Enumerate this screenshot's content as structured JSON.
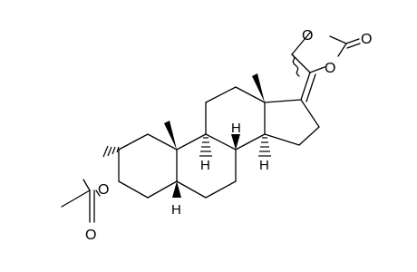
{
  "molecule": {
    "atom_labels": {
      "o_carbonate_ring_1": "O",
      "o_carbonyl": "O",
      "o_carbonate_ring_2": "O",
      "o_acetate_ester": "O",
      "o_acetate_carbonyl": "O",
      "h_c8": "H",
      "h_c9": "H",
      "h_c14": "H",
      "h_c5": "H"
    }
  }
}
